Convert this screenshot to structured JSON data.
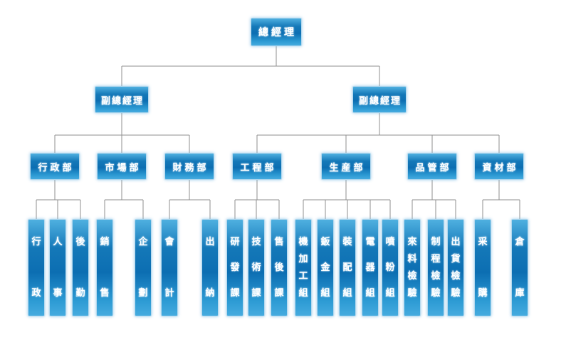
{
  "org": {
    "root": {
      "label": "總經理"
    },
    "deputies": [
      {
        "label": "副總經理",
        "departments": [
          {
            "label": "行政部",
            "units": [
              "行政",
              "人事",
              "後勤"
            ]
          },
          {
            "label": "市場部",
            "units": [
              "銷售",
              "企劃"
            ]
          },
          {
            "label": "財務部",
            "units": [
              "會計",
              "出納"
            ]
          }
        ]
      },
      {
        "label": "副總經理",
        "departments": [
          {
            "label": "工程部",
            "units": [
              "研發課",
              "技術課",
              "售後課"
            ]
          },
          {
            "label": "生産部",
            "units": [
              "機加工組",
              "鈑金組",
              "裝配組",
              "電器組",
              "噴粉組"
            ]
          },
          {
            "label": "品管部",
            "units": [
              "來料檢驗",
              "制程檢驗",
              "出貨檢驗"
            ]
          },
          {
            "label": "資材部",
            "units": [
              "采購",
              "倉庫"
            ]
          }
        ]
      }
    ],
    "colors": {
      "box_gradient_top": "#4FB0E0",
      "box_gradient_dark": "#0C6EB2",
      "box_gradient_bottom": "#45ABDF",
      "box_border": "#B5D9EE",
      "box_text": "#FFFFFF",
      "connector": "#8F8F8F",
      "background": "#FFFFFF"
    }
  }
}
